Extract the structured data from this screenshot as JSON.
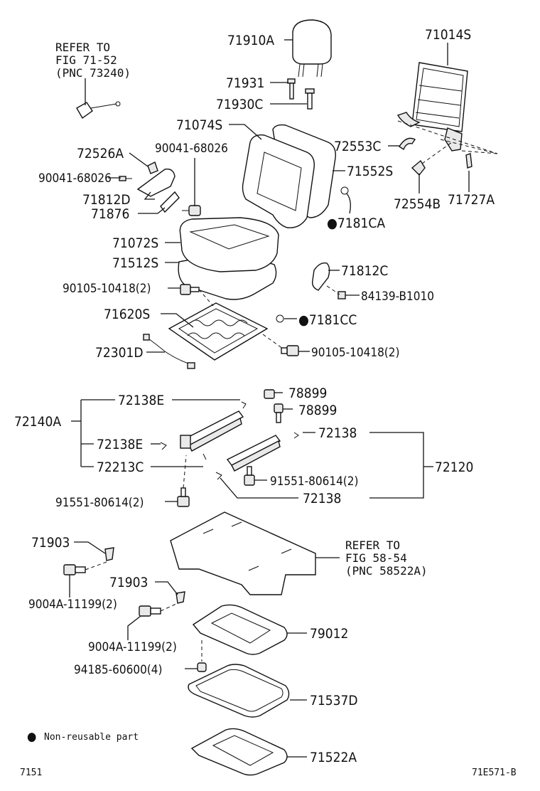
{
  "parts": {
    "p71910A": "71910A",
    "p71931": "71931",
    "p71930C": "71930C",
    "p71014S": "71014S",
    "p71074S": "71074S",
    "p72526A": "72526A",
    "p90041_68026_a": "90041-68026",
    "p90041_68026_b": "90041-68026",
    "p71812D": "71812D",
    "p71876": "71876",
    "p72553C": "72553C",
    "p71552S": "71552S",
    "p72554B": "72554B",
    "p71727A": "71727A",
    "p7181CA": "7181CA",
    "p71072S": "71072S",
    "p71512S": "71512S",
    "p71812C": "71812C",
    "p90105_10418_2_a": "90105-10418(2)",
    "p84139_B1010": "84139-B1010",
    "p71620S": "71620S",
    "p7181CC": "7181CC",
    "p72301D": "72301D",
    "p90105_10418_2_b": "90105-10418(2)",
    "p72138E_a": "72138E",
    "p78899_a": "78899",
    "p78899_b": "78899",
    "p72140A": "72140A",
    "p72138_a": "72138",
    "p72138E_b": "72138E",
    "p72213C": "72213C",
    "p72120": "72120",
    "p91551_80614_2_a": "91551-80614(2)",
    "p91551_80614_2_b": "91551-80614(2)",
    "p72138_b": "72138",
    "p71903_a": "71903",
    "p9004A_11199_2_a": "9004A-11199(2)",
    "p71903_b": "71903",
    "p9004A_11199_2_b": "9004A-11199(2)",
    "p79012": "79012",
    "p94185_60600_4": "94185-60600(4)",
    "p71537D": "71537D",
    "p71522A": "71522A"
  },
  "refs": {
    "ref1": [
      "REFER TO",
      "FIG 71-52",
      "(PNC 73240)"
    ],
    "ref2": [
      "REFER TO",
      "FIG 58-54",
      "(PNC 58522A)"
    ]
  },
  "legend": {
    "symbol": "●",
    "text": "Non-reusable part"
  },
  "footer": {
    "left": "7151",
    "right": "71E571-B"
  }
}
